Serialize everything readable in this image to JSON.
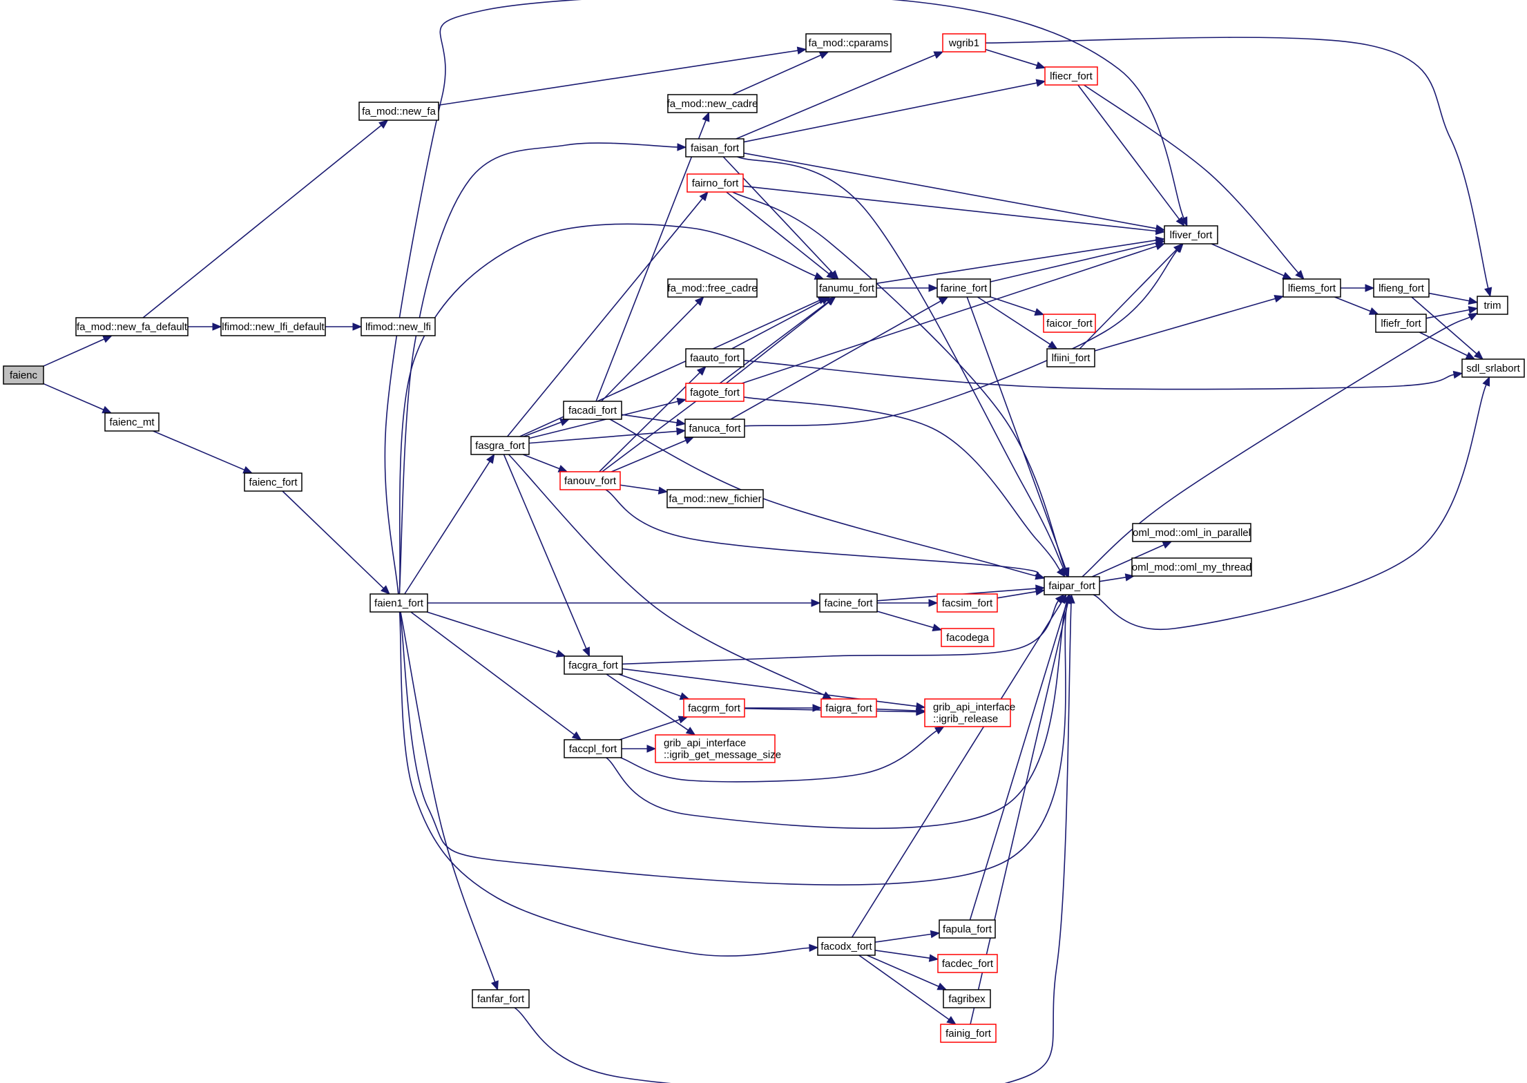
{
  "diagram": {
    "type": "call-graph",
    "root": "faienc",
    "colors": {
      "edge": "#191970",
      "node_border": "#000000",
      "truncated_border": "#ff0000",
      "root_fill": "#bfbfbf",
      "node_fill": "#ffffff"
    },
    "nodes": [
      {
        "id": "faienc",
        "label": [
          "faienc"
        ],
        "style": "root"
      },
      {
        "id": "fa_mod_new_fa_default",
        "label": [
          "fa_mod::new_fa_default"
        ],
        "style": "normal"
      },
      {
        "id": "lfimod_new_lfi_default",
        "label": [
          "lfimod::new_lfi_default"
        ],
        "style": "normal"
      },
      {
        "id": "lfimod_new_lfi",
        "label": [
          "lfimod::new_lfi"
        ],
        "style": "normal"
      },
      {
        "id": "fa_mod_new_fa",
        "label": [
          "fa_mod::new_fa"
        ],
        "style": "normal"
      },
      {
        "id": "faienc_mt",
        "label": [
          "faienc_mt"
        ],
        "style": "normal"
      },
      {
        "id": "faienc_fort",
        "label": [
          "faienc_fort"
        ],
        "style": "normal"
      },
      {
        "id": "faien1_fort",
        "label": [
          "faien1_fort"
        ],
        "style": "normal"
      },
      {
        "id": "fasgra_fort",
        "label": [
          "fasgra_fort"
        ],
        "style": "normal"
      },
      {
        "id": "fa_mod_cparams",
        "label": [
          "fa_mod::cparams"
        ],
        "style": "normal"
      },
      {
        "id": "fa_mod_new_cadre",
        "label": [
          "fa_mod::new_cadre"
        ],
        "style": "normal"
      },
      {
        "id": "faisan_fort",
        "label": [
          "faisan_fort"
        ],
        "style": "normal"
      },
      {
        "id": "fairno_fort",
        "label": [
          "fairno_fort"
        ],
        "style": "truncated"
      },
      {
        "id": "fa_mod_free_cadre",
        "label": [
          "fa_mod::free_cadre"
        ],
        "style": "normal"
      },
      {
        "id": "fanumu_fort",
        "label": [
          "fanumu_fort"
        ],
        "style": "normal"
      },
      {
        "id": "farine_fort",
        "label": [
          "farine_fort"
        ],
        "style": "normal"
      },
      {
        "id": "faauto_fort",
        "label": [
          "faauto_fort"
        ],
        "style": "normal"
      },
      {
        "id": "fagote_fort",
        "label": [
          "fagote_fort"
        ],
        "style": "truncated"
      },
      {
        "id": "facadi_fort",
        "label": [
          "facadi_fort"
        ],
        "style": "normal"
      },
      {
        "id": "fanuca_fort",
        "label": [
          "fanuca_fort"
        ],
        "style": "normal"
      },
      {
        "id": "fanouv_fort",
        "label": [
          "fanouv_fort"
        ],
        "style": "truncated"
      },
      {
        "id": "fa_mod_new_fichier",
        "label": [
          "fa_mod::new_fichier"
        ],
        "style": "normal"
      },
      {
        "id": "wgrib1",
        "label": [
          "wgrib1"
        ],
        "style": "truncated"
      },
      {
        "id": "lfiecr_fort",
        "label": [
          "lfiecr_fort"
        ],
        "style": "truncated"
      },
      {
        "id": "lfiver_fort",
        "label": [
          "lfiver_fort"
        ],
        "style": "normal"
      },
      {
        "id": "lfiems_fort",
        "label": [
          "lfiems_fort"
        ],
        "style": "normal"
      },
      {
        "id": "lfieng_fort",
        "label": [
          "lfieng_fort"
        ],
        "style": "normal"
      },
      {
        "id": "lfiefr_fort",
        "label": [
          "lfiefr_fort"
        ],
        "style": "normal"
      },
      {
        "id": "trim",
        "label": [
          "trim"
        ],
        "style": "normal"
      },
      {
        "id": "sdl_srlabort",
        "label": [
          "sdl_srlabort"
        ],
        "style": "normal"
      },
      {
        "id": "faicor_fort",
        "label": [
          "faicor_fort"
        ],
        "style": "truncated"
      },
      {
        "id": "lfiini_fort",
        "label": [
          "lfiini_fort"
        ],
        "style": "normal"
      },
      {
        "id": "oml_in_parallel",
        "label": [
          "oml_mod::oml_in_parallel"
        ],
        "style": "normal"
      },
      {
        "id": "oml_my_thread",
        "label": [
          "oml_mod::oml_my_thread"
        ],
        "style": "normal"
      },
      {
        "id": "faipar_fort",
        "label": [
          "faipar_fort"
        ],
        "style": "normal"
      },
      {
        "id": "facine_fort",
        "label": [
          "facine_fort"
        ],
        "style": "normal"
      },
      {
        "id": "facsim_fort",
        "label": [
          "facsim_fort"
        ],
        "style": "truncated"
      },
      {
        "id": "facodega",
        "label": [
          "facodega"
        ],
        "style": "truncated"
      },
      {
        "id": "facgra_fort",
        "label": [
          "facgra_fort"
        ],
        "style": "normal"
      },
      {
        "id": "facgrm_fort",
        "label": [
          "facgrm_fort"
        ],
        "style": "truncated"
      },
      {
        "id": "faigra_fort",
        "label": [
          "faigra_fort"
        ],
        "style": "truncated"
      },
      {
        "id": "igrib_release",
        "label": [
          "grib_api_interface",
          "::igrib_release"
        ],
        "style": "truncated"
      },
      {
        "id": "faccpl_fort",
        "label": [
          "faccpl_fort"
        ],
        "style": "normal"
      },
      {
        "id": "igrib_get_message_size",
        "label": [
          "grib_api_interface",
          "::igrib_get_message_size"
        ],
        "style": "truncated"
      },
      {
        "id": "facodx_fort",
        "label": [
          "facodx_fort"
        ],
        "style": "normal"
      },
      {
        "id": "fapula_fort",
        "label": [
          "fapula_fort"
        ],
        "style": "normal"
      },
      {
        "id": "facdec_fort",
        "label": [
          "facdec_fort"
        ],
        "style": "truncated"
      },
      {
        "id": "fagribex",
        "label": [
          "fagribex"
        ],
        "style": "normal"
      },
      {
        "id": "fainig_fort",
        "label": [
          "fainig_fort"
        ],
        "style": "truncated"
      },
      {
        "id": "fanfar_fort",
        "label": [
          "fanfar_fort"
        ],
        "style": "normal"
      }
    ],
    "edges": [
      [
        "faienc",
        "fa_mod_new_fa_default"
      ],
      [
        "faienc",
        "faienc_mt"
      ],
      [
        "fa_mod_new_fa_default",
        "fa_mod_new_fa"
      ],
      [
        "fa_mod_new_fa_default",
        "lfimod_new_lfi_default"
      ],
      [
        "lfimod_new_lfi_default",
        "lfimod_new_lfi"
      ],
      [
        "fa_mod_new_fa",
        "fa_mod_cparams"
      ],
      [
        "faienc_mt",
        "faienc_fort"
      ],
      [
        "faienc_fort",
        "faien1_fort"
      ],
      [
        "faien1_fort",
        "lfiver_fort"
      ],
      [
        "faien1_fort",
        "faisan_fort"
      ],
      [
        "faien1_fort",
        "fanumu_fort"
      ],
      [
        "faien1_fort",
        "fasgra_fort"
      ],
      [
        "faien1_fort",
        "facine_fort"
      ],
      [
        "faien1_fort",
        "facgra_fort"
      ],
      [
        "faien1_fort",
        "faccpl_fort"
      ],
      [
        "faien1_fort",
        "faipar_fort"
      ],
      [
        "faien1_fort",
        "facodx_fort"
      ],
      [
        "faien1_fort",
        "fanfar_fort"
      ],
      [
        "fa_mod_new_cadre",
        "fa_mod_cparams"
      ],
      [
        "faisan_fort",
        "wgrib1"
      ],
      [
        "faisan_fort",
        "lfiecr_fort"
      ],
      [
        "faisan_fort",
        "lfiver_fort"
      ],
      [
        "faisan_fort",
        "fanumu_fort"
      ],
      [
        "faisan_fort",
        "faipar_fort"
      ],
      [
        "fairno_fort",
        "lfiver_fort"
      ],
      [
        "fairno_fort",
        "fanumu_fort"
      ],
      [
        "fairno_fort",
        "faipar_fort"
      ],
      [
        "wgrib1",
        "lfiecr_fort"
      ],
      [
        "wgrib1",
        "trim"
      ],
      [
        "lfiecr_fort",
        "lfiver_fort"
      ],
      [
        "lfiecr_fort",
        "lfiems_fort"
      ],
      [
        "lfiver_fort",
        "lfiems_fort"
      ],
      [
        "lfiems_fort",
        "lfieng_fort"
      ],
      [
        "lfiems_fort",
        "lfiefr_fort"
      ],
      [
        "lfieng_fort",
        "trim"
      ],
      [
        "lfieng_fort",
        "sdl_srlabort"
      ],
      [
        "lfiefr_fort",
        "trim"
      ],
      [
        "lfiefr_fort",
        "sdl_srlabort"
      ],
      [
        "fanumu_fort",
        "farine_fort"
      ],
      [
        "fanumu_fort",
        "lfiver_fort"
      ],
      [
        "farine_fort",
        "lfiver_fort"
      ],
      [
        "farine_fort",
        "faicor_fort"
      ],
      [
        "farine_fort",
        "lfiini_fort"
      ],
      [
        "farine_fort",
        "faipar_fort"
      ],
      [
        "lfiini_fort",
        "lfiver_fort"
      ],
      [
        "lfiini_fort",
        "lfiems_fort"
      ],
      [
        "fasgra_fort",
        "fairno_fort"
      ],
      [
        "fasgra_fort",
        "fanumu_fort"
      ],
      [
        "fasgra_fort",
        "facadi_fort"
      ],
      [
        "fasgra_fort",
        "fagote_fort"
      ],
      [
        "fasgra_fort",
        "fanuca_fort"
      ],
      [
        "fasgra_fort",
        "fanouv_fort"
      ],
      [
        "fasgra_fort",
        "facgra_fort"
      ],
      [
        "fasgra_fort",
        "faigra_fort"
      ],
      [
        "facadi_fort",
        "fa_mod_new_cadre"
      ],
      [
        "facadi_fort",
        "fa_mod_free_cadre"
      ],
      [
        "facadi_fort",
        "fanuca_fort"
      ],
      [
        "facadi_fort",
        "faipar_fort"
      ],
      [
        "fanouv_fort",
        "fanumu_fort"
      ],
      [
        "fanouv_fort",
        "faauto_fort"
      ],
      [
        "fanouv_fort",
        "fanuca_fort"
      ],
      [
        "fanouv_fort",
        "fa_mod_new_fichier"
      ],
      [
        "fanouv_fort",
        "faipar_fort"
      ],
      [
        "faauto_fort",
        "fanumu_fort"
      ],
      [
        "faauto_fort",
        "sdl_srlabort"
      ],
      [
        "fagote_fort",
        "fanumu_fort"
      ],
      [
        "fagote_fort",
        "lfiver_fort"
      ],
      [
        "fagote_fort",
        "faipar_fort"
      ],
      [
        "fanuca_fort",
        "farine_fort"
      ],
      [
        "fanuca_fort",
        "lfiver_fort"
      ],
      [
        "faipar_fort",
        "oml_in_parallel"
      ],
      [
        "faipar_fort",
        "oml_my_thread"
      ],
      [
        "faipar_fort",
        "trim"
      ],
      [
        "faipar_fort",
        "sdl_srlabort"
      ],
      [
        "facine_fort",
        "faipar_fort"
      ],
      [
        "facine_fort",
        "facsim_fort"
      ],
      [
        "facine_fort",
        "facodega"
      ],
      [
        "facsim_fort",
        "faipar_fort"
      ],
      [
        "facgra_fort",
        "faipar_fort"
      ],
      [
        "facgra_fort",
        "facgrm_fort"
      ],
      [
        "facgra_fort",
        "igrib_release"
      ],
      [
        "facgra_fort",
        "igrib_get_message_size"
      ],
      [
        "facgrm_fort",
        "faigra_fort"
      ],
      [
        "facgrm_fort",
        "igrib_release"
      ],
      [
        "faigra_fort",
        "igrib_release"
      ],
      [
        "faccpl_fort",
        "facgrm_fort"
      ],
      [
        "faccpl_fort",
        "igrib_get_message_size"
      ],
      [
        "faccpl_fort",
        "igrib_release"
      ],
      [
        "faccpl_fort",
        "faipar_fort"
      ],
      [
        "facodx_fort",
        "faipar_fort"
      ],
      [
        "facodx_fort",
        "fapula_fort"
      ],
      [
        "facodx_fort",
        "facdec_fort"
      ],
      [
        "facodx_fort",
        "fagribex"
      ],
      [
        "facodx_fort",
        "fainig_fort"
      ],
      [
        "fapula_fort",
        "faipar_fort"
      ],
      [
        "fainig_fort",
        "faipar_fort"
      ],
      [
        "fanfar_fort",
        "faipar_fort"
      ]
    ]
  }
}
